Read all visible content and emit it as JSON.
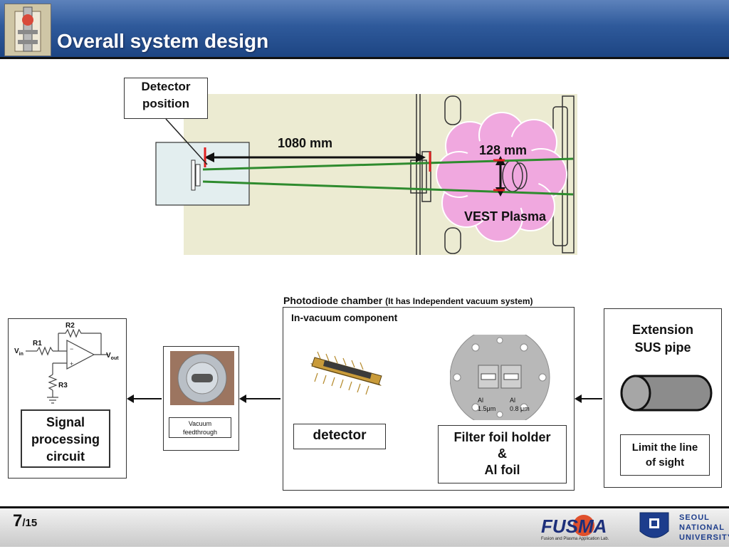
{
  "header": {
    "title": "Overall system design"
  },
  "top_diagram": {
    "detector_position_label": "Detector\nposition",
    "distance_1_label": "1080 mm",
    "distance_2_label": "128 mm",
    "plasma_label": "VEST Plasma"
  },
  "bottom_diagram": {
    "chamber_title_main": "Photodiode chamber",
    "chamber_title_note": "(It has Independent vacuum system)",
    "in_vacuum_label": "In-vacuum component",
    "extension_label": "Extension\nSUS pipe",
    "limit_label": "Limit the line\nof sight",
    "filter_label": "Filter foil holder\n&\nAl foil",
    "foil_a_label": "Al\n1.5μm",
    "foil_b_label": "Al\n0.8 μm",
    "detector_label": "detector",
    "feedthrough_label": "Vacuum\nfeedthrough",
    "signal_label": "Signal\nprocessing\ncircuit",
    "circuit": {
      "vin": "V",
      "vin_sub": "in",
      "r1": "R1",
      "r2": "R2",
      "r3": "R3",
      "vout": "V",
      "vout_sub": "out"
    }
  },
  "footer": {
    "page_current": "7",
    "page_total": "/15",
    "lab_logo_text": "FUSMA",
    "lab_caption": "Fusion and Plasma Application Lab.",
    "university": "SEOUL\nNATIONAL\nUNIVERSITY"
  },
  "colors": {
    "header_blue": "#2f5a9b",
    "beige_bg": "#ecebd2",
    "plasma_pink": "#f0a8df",
    "green_line": "#2e8b2e",
    "red_mark": "#e02020"
  }
}
